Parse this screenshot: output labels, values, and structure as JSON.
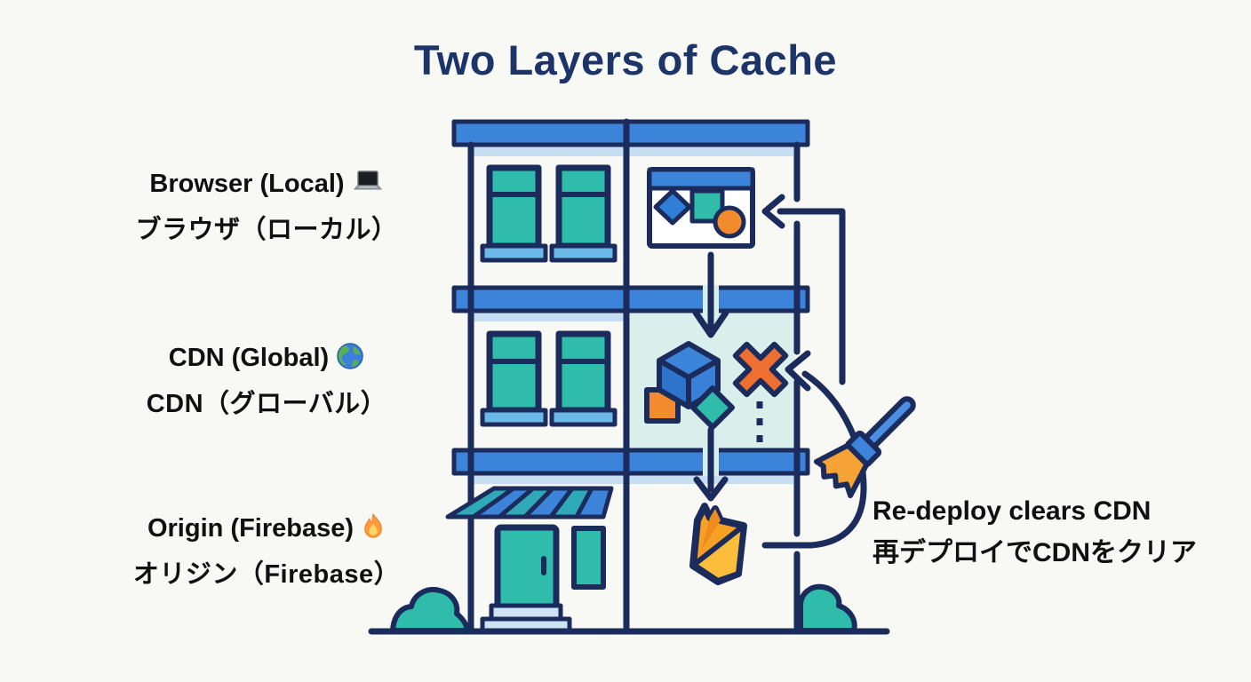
{
  "title": "Two Layers of Cache",
  "layers": [
    {
      "en": "Browser (Local)",
      "ja": "ブラウザ（ローカル）",
      "icon": "laptop-icon"
    },
    {
      "en": "CDN (Global)",
      "ja": "CDN（グローバル）",
      "icon": "globe-icon"
    },
    {
      "en": "Origin (Firebase)",
      "ja": "オリジン（Firebase）",
      "icon": "fire-icon"
    }
  ],
  "note": {
    "en": "Re-deploy clears CDN",
    "ja": "再デプロイでCDNをクリア"
  },
  "icons": [
    "laptop-icon",
    "globe-icon",
    "fire-icon",
    "broom-icon",
    "browser-window-icon",
    "cache-cube-icon",
    "x-mark-icon",
    "firebase-flame-icon"
  ],
  "colors": {
    "background": "#f8f8f5",
    "title_navy": "#1c3468",
    "outline_navy": "#1b2b5c",
    "band_blue": "#3c84da",
    "highlight_blue": "#c7ddf1",
    "window_teal": "#2fbcab",
    "sill_blue": "#6cb9e8",
    "cdn_mint": "#d9efeb",
    "accent_orange": "#f28a2e",
    "x_orange": "#ee6f30",
    "flame_yellow": "#fbbd3b",
    "flame_orange": "#f6a124",
    "step_blue": "#cfe3f5",
    "text_black": "#101010"
  }
}
